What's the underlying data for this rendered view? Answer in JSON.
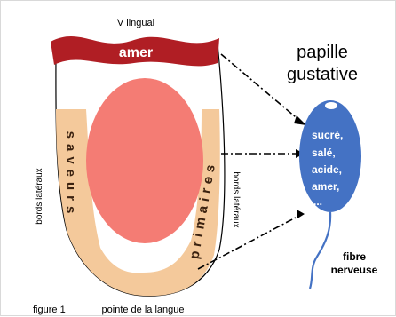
{
  "figure": {
    "label": "figure 1",
    "top_label": "V lingual",
    "bottom_label": "pointe de la langue",
    "side_label_left": "bords latéraux",
    "side_label_right": "bords latéraux",
    "bitter_band_label": "amer",
    "left_band_label": "saveurs",
    "right_band_label": "primaires",
    "papilla_title_line1": "papille",
    "papilla_title_line2": "gustative",
    "papilla_tastes": [
      "sucré,",
      "salé,",
      "acide,",
      "amer,",
      "..."
    ],
    "nerve_label_line1": "fibre",
    "nerve_label_line2": "nerveuse"
  },
  "colors": {
    "bitter_band": "#b01e24",
    "sides_band": "#f4c99b",
    "center_oval": "#f47c74",
    "papilla": "#4472c4",
    "papilla_tastes_text": "#ffffff",
    "nerve": "#4472c4"
  }
}
